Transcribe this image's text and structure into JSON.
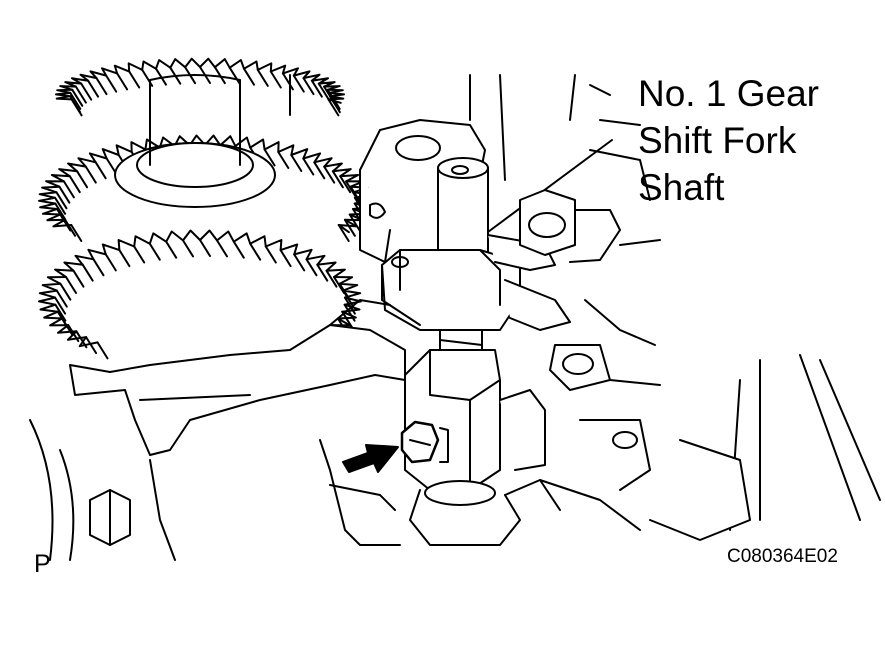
{
  "callout": {
    "line1": "No. 1 Gear",
    "line2": "Shift Fork",
    "line3": "Shaft"
  },
  "view_letter": "P",
  "figure_code": "C080364E02"
}
